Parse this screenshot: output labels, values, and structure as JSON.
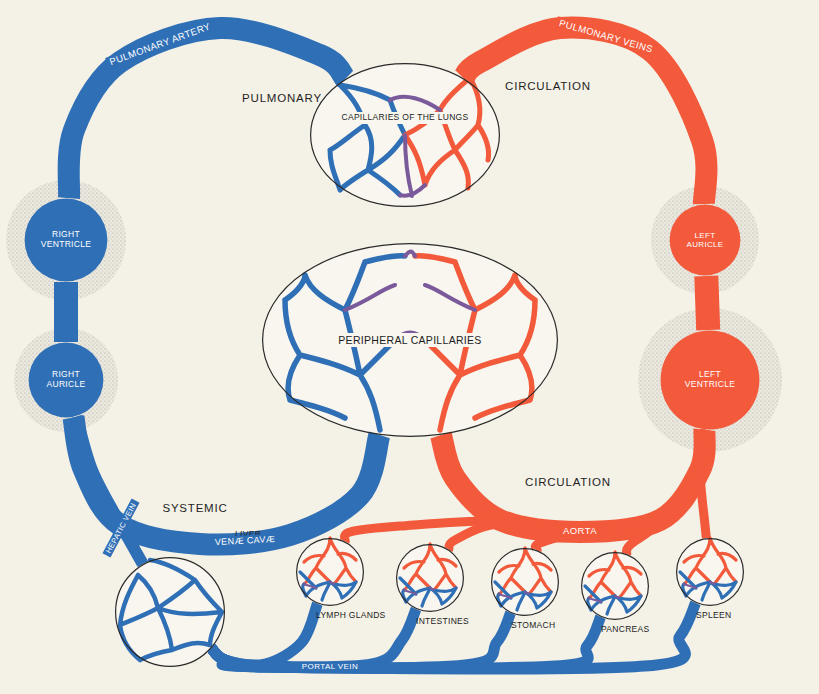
{
  "diagram": {
    "nodes": [
      {
        "text": [
          "CAPILLARIES OF THE LUNGS"
        ]
      },
      {
        "text": [
          "RIGHT VENTRICLE"
        ]
      },
      {
        "text": [
          "RIGHT AURICLE"
        ]
      },
      {
        "text": [
          "LEFT AURICLE"
        ]
      },
      {
        "text": [
          "LEFT VENTRICLE"
        ]
      },
      {
        "text": [
          "PERIPHERAL CAPILLARIES"
        ]
      },
      {
        "text": [
          "LIVER"
        ]
      },
      {
        "text": [
          "LYMPH GLANDS"
        ]
      },
      {
        "text": [
          "INTESTINES"
        ]
      },
      {
        "text": [
          "STOMACH"
        ]
      },
      {
        "text": [
          "PANCREAS"
        ]
      },
      {
        "text": [
          "SPLEEN"
        ]
      }
    ],
    "edges": [
      {
        "from": 1,
        "to": 0,
        "label": "PULMONARY ARTERY",
        "arrow": "none"
      },
      {
        "from": 0,
        "to": 3,
        "label": "PULMONARY VEINS",
        "arrow": "none"
      },
      {
        "from": 3,
        "to": 4,
        "arrow": "none"
      },
      {
        "from": 4,
        "to": 5,
        "label": "AORTA",
        "arrow": "none"
      },
      {
        "from": 4,
        "to": 7,
        "arrow": "none"
      },
      {
        "from": 4,
        "to": 8,
        "arrow": "none"
      },
      {
        "from": 4,
        "to": 9,
        "arrow": "none"
      },
      {
        "from": 4,
        "to": 10,
        "arrow": "none"
      },
      {
        "from": 4,
        "to": 11,
        "arrow": "none"
      },
      {
        "from": 5,
        "to": 2,
        "label": "VENÆ CAVÆ",
        "arrow": "none"
      },
      {
        "from": 2,
        "to": 1,
        "arrow": "none"
      },
      {
        "from": 7,
        "to": 6,
        "arrow": "none"
      },
      {
        "from": 8,
        "to": 6,
        "arrow": "none"
      },
      {
        "from": 9,
        "to": 6,
        "arrow": "none"
      },
      {
        "from": 10,
        "to": 6,
        "arrow": "none"
      },
      {
        "from": 11,
        "to": 6,
        "label": "PORTAL VEIN",
        "arrow": "none"
      },
      {
        "from": 6,
        "to": 2,
        "label": "HEPATIC VEIN",
        "arrow": "none"
      }
    ],
    "labels": [
      "PULMONARY",
      "CIRCULATION",
      "SYSTEMIC",
      "CIRCULATION"
    ]
  }
}
